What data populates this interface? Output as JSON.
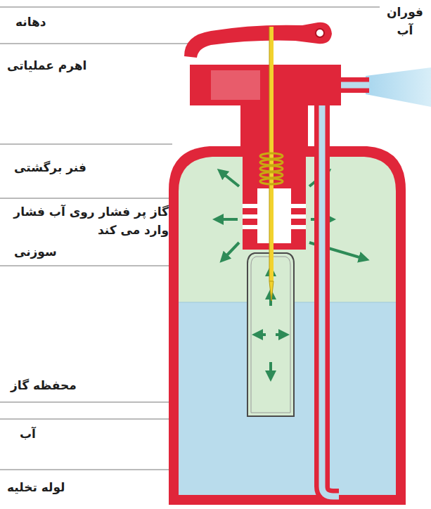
{
  "diagram": {
    "labels": [
      "دهانه",
      "فوران آب",
      "اهرم عملیاتی",
      "فنر برگشتی",
      "گاز پر فشار روی آب فشار وارد می کند",
      "سوزنی",
      "محفظه گاز",
      "آب",
      "لوله تخلیه"
    ]
  }
}
